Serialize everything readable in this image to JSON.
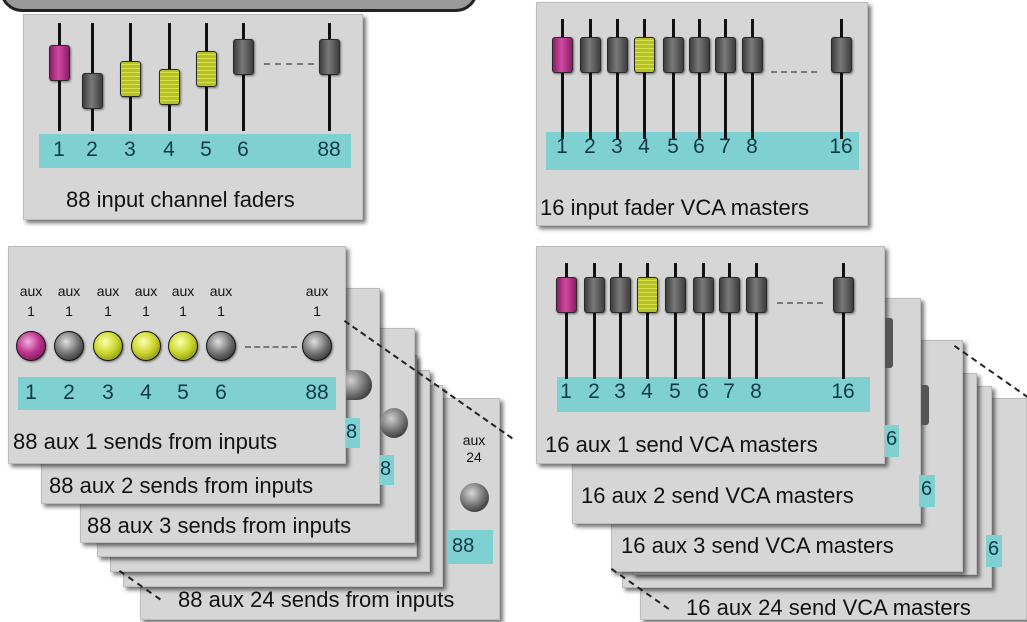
{
  "colors": {
    "magenta": "#c0348f",
    "yellow": "#c3cf2b",
    "gray": "#666666",
    "teal": "#7fd1d1",
    "panel": "#d6d6d6"
  },
  "top_left": {
    "numbers": [
      "1",
      "2",
      "3",
      "4",
      "5",
      "6",
      "88"
    ],
    "fader_colors": [
      "magenta",
      "gray",
      "yellow",
      "yellow",
      "yellow",
      "gray",
      "gray"
    ],
    "caption": "88 input channel faders"
  },
  "top_right": {
    "numbers": [
      "1",
      "2",
      "3",
      "4",
      "5",
      "6",
      "7",
      "8",
      "16"
    ],
    "fader_colors": [
      "magenta",
      "gray",
      "gray",
      "yellow",
      "gray",
      "gray",
      "gray",
      "gray",
      "gray"
    ],
    "caption": "16 input fader VCA masters"
  },
  "bottom_left": {
    "aux_label": "aux",
    "aux_num": "1",
    "aux_back": "24",
    "numbers": [
      "1",
      "2",
      "3",
      "4",
      "5",
      "6",
      "88"
    ],
    "knob_colors": [
      "magenta",
      "gray",
      "yellow",
      "yellow",
      "yellow",
      "gray",
      "gray"
    ],
    "captions": [
      "88 aux 1 sends from inputs",
      "88 aux 2 sends from inputs",
      "88 aux 3 sends from inputs",
      "88 aux 24 sends from inputs"
    ],
    "back_num": "88",
    "frag_8": "8"
  },
  "bottom_right": {
    "numbers": [
      "1",
      "2",
      "3",
      "4",
      "5",
      "6",
      "7",
      "8",
      "16"
    ],
    "fader_colors": [
      "magenta",
      "gray",
      "gray",
      "yellow",
      "gray",
      "gray",
      "gray",
      "gray",
      "gray"
    ],
    "captions": [
      "16 aux 1 send VCA masters",
      "16 aux 2 send VCA masters",
      "16 aux 3 send VCA masters",
      "16 aux 24 send VCA masters"
    ],
    "frag_6": "6"
  }
}
